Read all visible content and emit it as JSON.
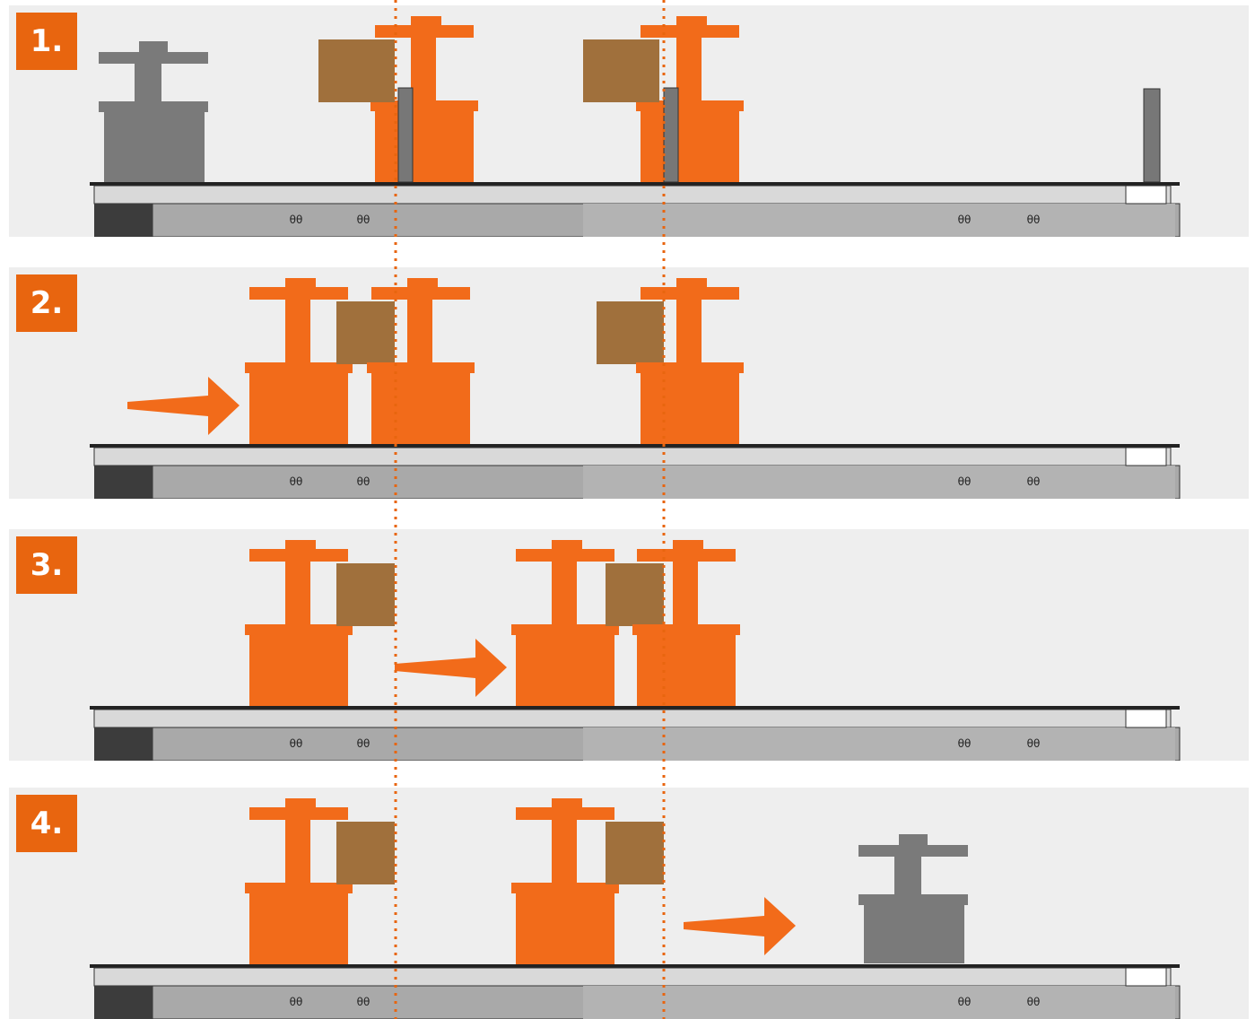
{
  "colors": {
    "accent": "#e8650f",
    "machine_orange": "#f26b1a",
    "machine_gray": "#7a7a7a",
    "panel_bg": "#eeeeee",
    "wood": "#a0703c"
  },
  "steps": [
    {
      "label": "1."
    },
    {
      "label": "2."
    },
    {
      "label": "3."
    },
    {
      "label": "4."
    }
  ],
  "icons": {
    "arrow": "right-arrow-icon",
    "guide": "dotted-guide-line",
    "unit": "clamp-unit-icon",
    "workpiece": "wood-workpiece-icon"
  }
}
